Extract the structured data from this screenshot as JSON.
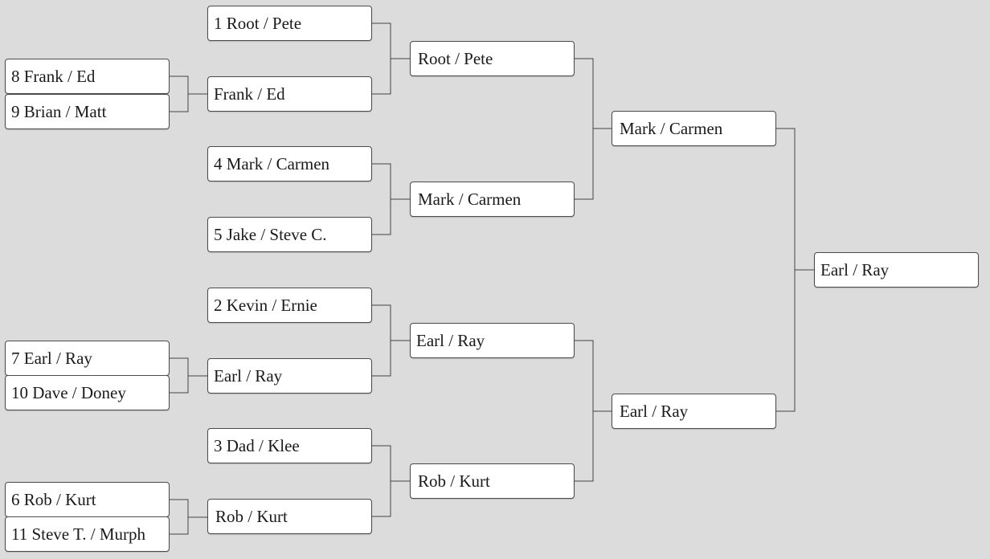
{
  "bracket": {
    "play_in": [
      "8 Frank / Ed",
      "9 Brian / Matt",
      "7 Earl / Ray",
      "10 Dave / Doney",
      "6 Rob / Kurt",
      "11 Steve T. / Murph"
    ],
    "round_of_8": [
      "1 Root / Pete",
      "Frank / Ed",
      "4 Mark / Carmen",
      "5 Jake / Steve C.",
      "2 Kevin / Ernie",
      "Earl / Ray",
      "3 Dad / Klee",
      "Rob / Kurt"
    ],
    "semifinal_qualifiers": [
      "Root / Pete",
      "Mark / Carmen",
      "Earl / Ray",
      "Rob / Kurt"
    ],
    "finalists": [
      "Mark / Carmen",
      "Earl / Ray"
    ],
    "champion": "Earl / Ray"
  }
}
